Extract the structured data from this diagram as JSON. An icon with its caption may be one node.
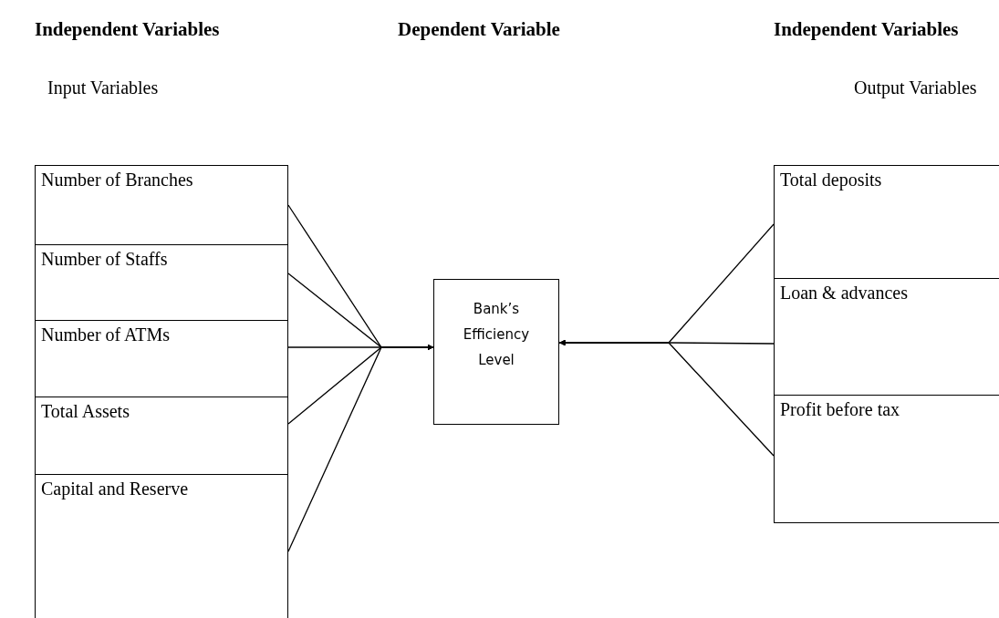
{
  "diagram": {
    "nodes": [
      {
        "text": [
          "Number of Branches"
        ]
      },
      {
        "text": [
          "Number of Staffs"
        ]
      },
      {
        "text": [
          "Number of ATMs"
        ]
      },
      {
        "text": [
          "Total Assets"
        ]
      },
      {
        "text": [
          "Capital and Reserve"
        ]
      },
      {
        "text": [
          "Bank’s Efficiency Level"
        ]
      },
      {
        "text": [
          "Total deposits"
        ]
      },
      {
        "text": [
          "Loan & advances"
        ]
      },
      {
        "text": [
          "Profit before tax"
        ]
      }
    ],
    "edges": [
      {
        "from": 0,
        "to": 5,
        "arrow": "to"
      },
      {
        "from": 1,
        "to": 5,
        "arrow": "to"
      },
      {
        "from": 2,
        "to": 5,
        "arrow": "to"
      },
      {
        "from": 3,
        "to": 5,
        "arrow": "to"
      },
      {
        "from": 4,
        "to": 5,
        "arrow": "to"
      },
      {
        "from": 6,
        "to": 5,
        "arrow": "to"
      },
      {
        "from": 7,
        "to": 5,
        "arrow": "to"
      },
      {
        "from": 8,
        "to": 5,
        "arrow": "to"
      }
    ],
    "labels": [
      "Independent Variables",
      "Dependent Variable",
      "Independent Variables",
      "Input Variables",
      "Output Variables"
    ]
  }
}
